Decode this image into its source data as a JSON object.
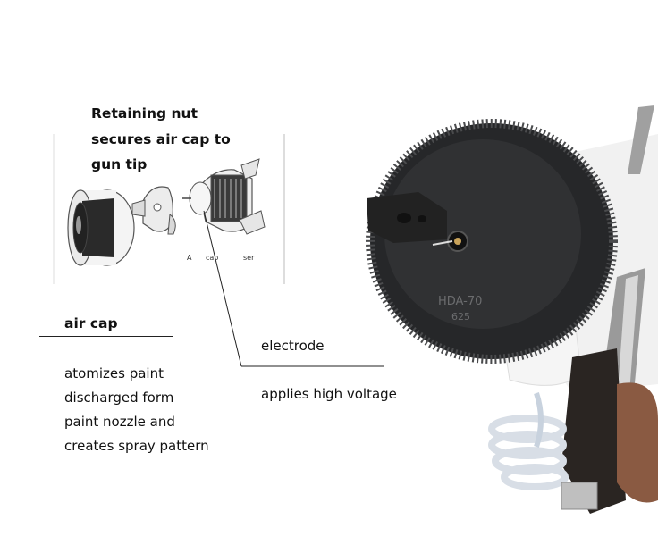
{
  "labels": {
    "retaining_nut": {
      "title": "Retaining nut",
      "line2": "secures air cap to",
      "line3": "gun tip"
    },
    "air_cap": {
      "title": "air cap",
      "desc": [
        "atomizes paint",
        "discharged form",
        "paint nozzle and",
        "creates spray pattern"
      ]
    },
    "electrode": {
      "title": "electrode",
      "desc": "applies high voltage"
    }
  },
  "inset_captions": [
    "A",
    "cap",
    "ser"
  ],
  "gun_model_text": [
    "HDA-70",
    "625"
  ],
  "colors": {
    "text": "#111111",
    "gun_cap": "#2b2c2e",
    "gun_body": "#f2f2f2"
  },
  "icons": [
    "retaining-nut-icon",
    "air-cap-icon",
    "nozzle-assembly-icon",
    "spray-gun-icon"
  ]
}
